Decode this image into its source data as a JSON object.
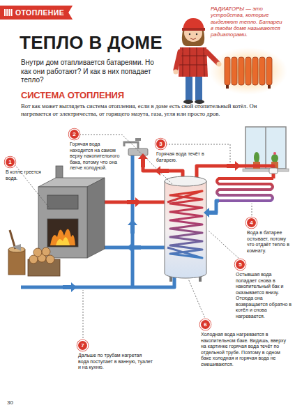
{
  "diagram": {
    "title": "ТЕПЛО В ДОМЕ",
    "nodes": [
      {
        "text": [
          "ОТОПЛЕНИЕ"
        ]
      },
      {
        "text": [
          "1",
          "В котле греется вода."
        ]
      },
      {
        "text": [
          "2",
          "Горячая вода находится на самом верху накопительного бака, потому что она легче холодной."
        ]
      },
      {
        "text": [
          "3",
          "Горячая вода течёт в батарею."
        ]
      },
      {
        "text": [
          "4",
          "Вода в батарее остывает, потому что отдаёт тепло в комнату."
        ]
      },
      {
        "text": [
          "5",
          "Остывшая вода попадает снова в накопительный бак и оказывается внизу. Отсюда она возвращается обратно в котёл и снова нагревается."
        ]
      },
      {
        "text": [
          "6",
          "Холодная вода нагревается в накопительном баке. Видишь, вверху на картинке горячая вода течёт по отдельной трубе. Поэтому в одном баке холодная и горячая вода не смешиваются."
        ]
      },
      {
        "text": [
          "7",
          "Дальше по трубам нагретая вода поступает в ванную, туалет и на кухню."
        ]
      }
    ],
    "labels": [
      "Внутри дом отапливается батареями. Но как они работают? И как в них попадает тепло?",
      "РАДИАТОРЫ — это устройства, которые выделяют тепло. Батареи в твоём доме называются радиаторами.",
      "СИСТЕМА ОТОПЛЕНИЯ",
      "Вот как может выглядеть система отопления, если в доме есть свой отопительный котёл. Он нагревается от электричества, от горящего мазута, газа, угля или просто дров.",
      "30"
    ]
  }
}
